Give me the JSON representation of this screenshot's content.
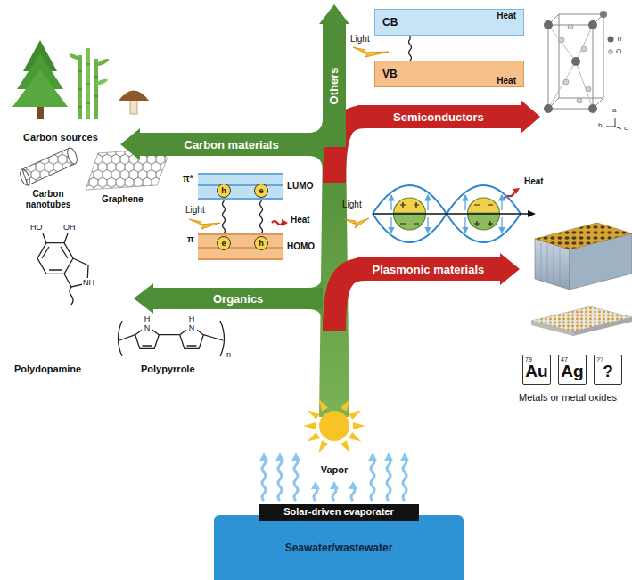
{
  "diagram": {
    "nodes": [
      {
        "text": [
          "Others"
        ]
      },
      {
        "text": [
          "CB",
          "Heat"
        ]
      },
      {
        "text": [
          "VB",
          "Heat"
        ]
      },
      {
        "text": [
          "Semiconductors"
        ]
      },
      {
        "text": [
          "Carbon materials"
        ]
      },
      {
        "text": [
          "π*",
          "h",
          "e",
          "LUMO"
        ]
      },
      {
        "text": [
          "π",
          "e",
          "h",
          "HOMO"
        ]
      },
      {
        "text": [
          "Plasmonic materials"
        ]
      },
      {
        "text": [
          "Organics"
        ]
      },
      {
        "text": [
          "79",
          "Au"
        ]
      },
      {
        "text": [
          "47",
          "Ag"
        ]
      },
      {
        "text": [
          "??",
          "?"
        ]
      },
      {
        "text": [
          "Solar-driven evaporater"
        ]
      },
      {
        "text": [
          "Seawater/wastewater"
        ]
      }
    ],
    "edges": [
      {
        "from": 2,
        "to": 1,
        "arrow": "none"
      },
      {
        "from": 6,
        "to": 5,
        "arrow": "none"
      },
      {
        "from": 6,
        "to": 5,
        "arrow": "none"
      }
    ],
    "labels": [
      "Light",
      "Carbon sources",
      "Carbon nanotubes",
      "Graphene",
      "HO",
      "OH",
      "NH",
      "Polydopamine",
      "H",
      "N",
      "H",
      "N",
      "n",
      "Polypyrrole",
      "Light",
      "Heat",
      "Light",
      "Heat",
      "a",
      "b",
      "c",
      "Metals or metal oxides",
      "Vapor"
    ],
    "legend": [
      {
        "text": "Ti"
      },
      {
        "text": "O"
      }
    ]
  }
}
